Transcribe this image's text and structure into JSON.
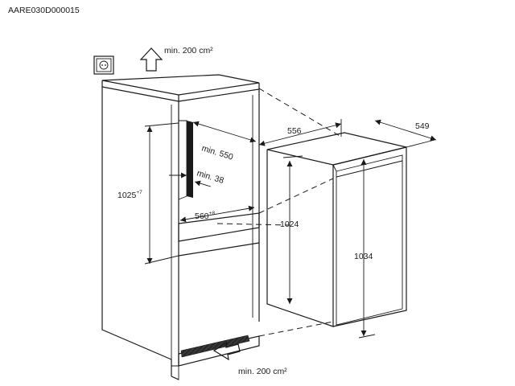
{
  "document_code": "AARE030D000015",
  "ventilation": {
    "top_label": "min. 200 cm²",
    "bottom_label": "min. 200 cm²"
  },
  "niche": {
    "depth_label": "min. 550",
    "gap_label": "min. 38",
    "width_label": "560",
    "width_tolerance": "+8",
    "height_label": "1025",
    "height_tolerance": "+7"
  },
  "appliance": {
    "width_label": "556",
    "depth_label": "549",
    "body_height_label": "1024",
    "total_height_label": "1034"
  }
}
